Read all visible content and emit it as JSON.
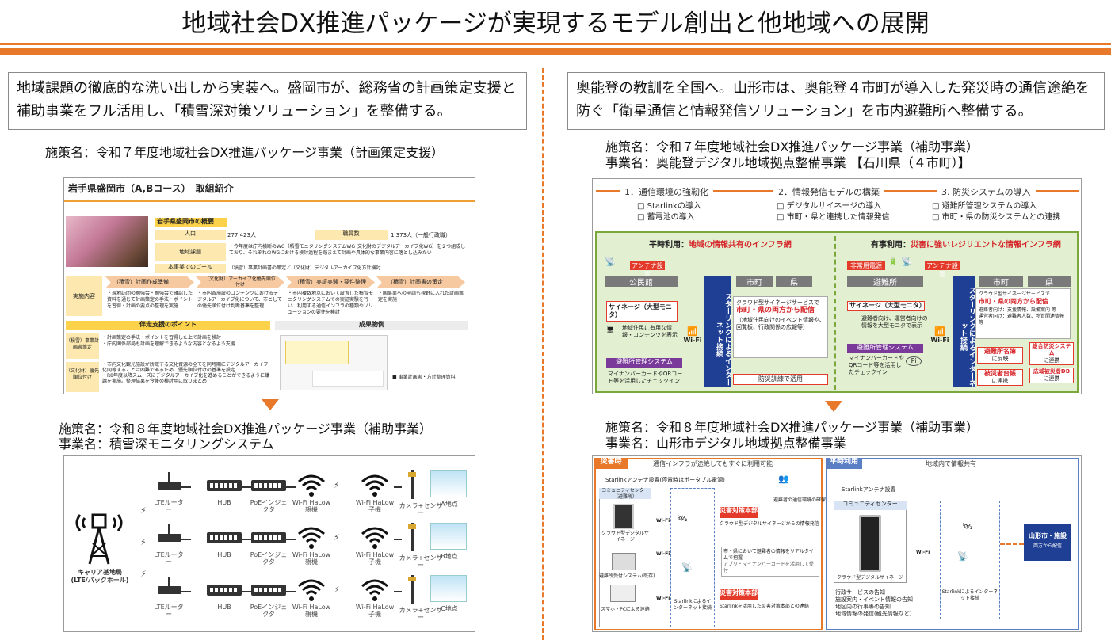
{
  "title": "地域社会DX推進パッケージが実現するモデル創出と他地域への展開",
  "left": {
    "callout": "地域課題の徹底的な洗い出しから実装へ。盛岡市が、総務省の計画策定支援と補助事業をフル活用し、「積雪深対策ソリューション」を整備する。",
    "caption1": "施策名：令和７年度地域社会DX推進パッケージ事業（計画策定支援）",
    "caption2a": "施策名：令和８年度地域社会DX推進パッケージ事業（補助事業）",
    "caption2b": "事業名：積雪深モニタリングシステム",
    "morioka": {
      "header": "岩手県盛岡市（A,Bコース）　取組紹介",
      "overview_title": "岩手県盛岡市の概要",
      "pop_label": "人口",
      "pop_value": "277,423人",
      "staff_label": "職員数",
      "staff_value": "1,373人（一般行政職）",
      "issue_label": "地域課題",
      "issue_text": "・今年度は庁内横断のWG（積雪モニタリングシステムWG･文化財のデジタルアーカイブ化WG）を２つ組成しており、それぞれのWGにおける検討過程を踏まえて計画や具体的な事業内容に落とし込みたい",
      "goal_label": "本事業でのゴール",
      "goal_text": "（積雪）事業計画書の策定／（文化財）デジタルアーカイブ化方針検討",
      "impl_label": "実施内容",
      "steps": [
        "（積雪）計画作成準備",
        "（文化財）アーカイブ化優先順位付け",
        "（積雪）実証実験・要件整理",
        "（積雪）計画書の策定"
      ],
      "step_texts": [
        "・現地訪問の勉強会・勉強会で確認した資料を通じて計画策定の手法・ポイントを習得・計画の要点の整理を実施",
        "・市内各施設のコンテンツにおけるデジタルアーカイブ化について、市としての優先順位付け判断基準を整理",
        "・市内複数地点において設置した積雪モニタリングシステムでの実証実験を行い、利用する通信インフラの種類やソリューションの要件を検討",
        "・国事業への申請も視野に入れた計画策定を実施"
      ],
      "support_title": "伴走支援のポイント",
      "result_title": "成果物例",
      "support_rows": [
        {
          "label": "（積雪）事業計画書策定",
          "text": "・計画策定の手法・ポイントを習得した上で計画を検討\n・庁内関係部局も計画を理解できるような内容となるよう支援"
        },
        {
          "label": "（文化財）優先順位付け",
          "text": "・市内文化観光施設が所蔵する文化資源の全てを同時期にデジタルアーカイブ化同等することは困難であるため、優先順位付けの基準を設定\n・R8年度以降スムーズにデジタルアーカイブ化を進めることができるように議論を実施。整理結果を今後の検討用に取りまとめ"
        }
      ],
      "result_note": "■ 事業計画書・方針整理資料"
    },
    "network": {
      "devices": [
        "LTEルーター",
        "HUB",
        "PoEインジェクタ",
        "Wi-Fi HaLow 親機",
        "Wi-Fi HaLow 子機",
        "カメラ+センサー"
      ],
      "sites": [
        "A地点",
        "B地点",
        "C地点"
      ],
      "tower_label": "キャリア基地局\n(LTE/バックホール)"
    }
  },
  "right": {
    "callout": "奥能登の教訓を全国へ。山形市は、奥能登４市町が導入した発災時の通信途絶を防ぐ「衛星通信と情報発信ソリューション」を市内避難所へ整備する。",
    "caption1a": "施策名：令和７年度地域社会DX推進パッケージ事業（補助事業）",
    "caption1b": "事業名：奥能登デジタル地域拠点整備事業 【石川県（４市町）】",
    "caption2a": "施策名：令和８年度地域社会DX推進パッケージ事業（補助事業）",
    "caption2b": "事業名：山形市デジタル地域拠点整備事業",
    "noto": {
      "heads": [
        "1．通信環境の強靭化",
        "2．情報発信モデルの構築",
        "3. 防災システムの導入"
      ],
      "items": [
        [
          "□ Starlinkの導入",
          "□ 蓄電池の導入"
        ],
        [
          "□ デジタルサイネージの導入",
          "□ 市町・県と連携した情報発信"
        ],
        [
          "□ 避難所管理システムの導入",
          "□ 市町・県の防災システムとの連携"
        ]
      ],
      "normal_title_a": "平時利用：",
      "normal_title_b": "地域の情報共有のインフラ網",
      "emergency_title_a": "有事利用：",
      "emergency_title_b": "災害に強いレジリエントな情報インフラ網",
      "antenna": "アンテナ設置",
      "power": "非常用電源",
      "kominkan": "公民館",
      "shelter": "避難所",
      "city": "市町",
      "pref": "県",
      "signage": "サイネージ（大型モニタ）",
      "signage_text": "地域住民に有用な情報・コンテンツを表示",
      "signage_text2": "避難者向け、運営者向けの情報を大型モニタで表示",
      "starlink": "スターリンクによるインターネット接続",
      "wifi": "Wi-Fi",
      "cloud": "クラウド型サイネージサービスで",
      "both": "市町・県の両方から配信",
      "both_detail": "（地域住民向けのイベント情報や、回覧板、行政関係の広報等）",
      "both_detail2": "避難者向け：支援情報、設備案内 等\n運営者向け：避難者人数、物資関連情報 等",
      "drill": "防災訓練で活用",
      "mgmt": "避難所管理システム",
      "mgmt_text": "マイナンバーカードやQRコード等を活用したチェックイン",
      "mgmt_text2": "マイナンバーカードやQRコード等を活用したチェックイン",
      "pi": "Pi",
      "list_name": "避難所名簿",
      "list_name2": "に反映",
      "board": "被災者台帳",
      "board2": "に連携",
      "sys1": "総合防災システム",
      "sys1b": "に連携",
      "sys2": "広域被災者DB",
      "sys2b": "に連携"
    },
    "yamagata": {
      "disaster_tag": "災害時",
      "disaster_title": "通信インフラが途絶してもすぐに利用可能",
      "normal_tag": "平時利用",
      "normal_title": "地域内で情報共有",
      "starlink_setup": "Starlinkアンテナ設置(停電時はポータブル電源)",
      "starlink_setup2": "Starlinkアンテナ設置",
      "community": "コミュニティセンター（避難所）",
      "community2": "コミュニティセンター",
      "cloud_sig": "クラウド型デジタルサイネージ",
      "cloud_sig2": "クラウド型デジタルサイネージ",
      "reception": "避難所受付システム(既存)",
      "smart": "スマホ・PCによる連絡",
      "hq1": "災害対策本部",
      "hq1_text": "クラウド型デジタルサイネージからの情報発信",
      "hq2": "災害対策本部",
      "hq2_text": "Starlinkを活用した災害対策本部との連絡",
      "reach": "避難者の通信環境の確保",
      "realtime": "市・県において避難者の情報をリアルタイムで把握",
      "realtime2": "アプリ・マイナンバーカードを活用して受付",
      "starlink_net": "Starlinkによるインターネット接続",
      "starlink_net2": "Starlinkによるインターネット接続",
      "wifi": "Wi-Fi",
      "city_facility": "山形市・施設",
      "city_facility2": "両方から配信",
      "notices": "行政サービスの告知\n施設案内・イベント情報の告知\n地区内の行事等の告知\n地域情報の発信(観光情報など)"
    }
  }
}
